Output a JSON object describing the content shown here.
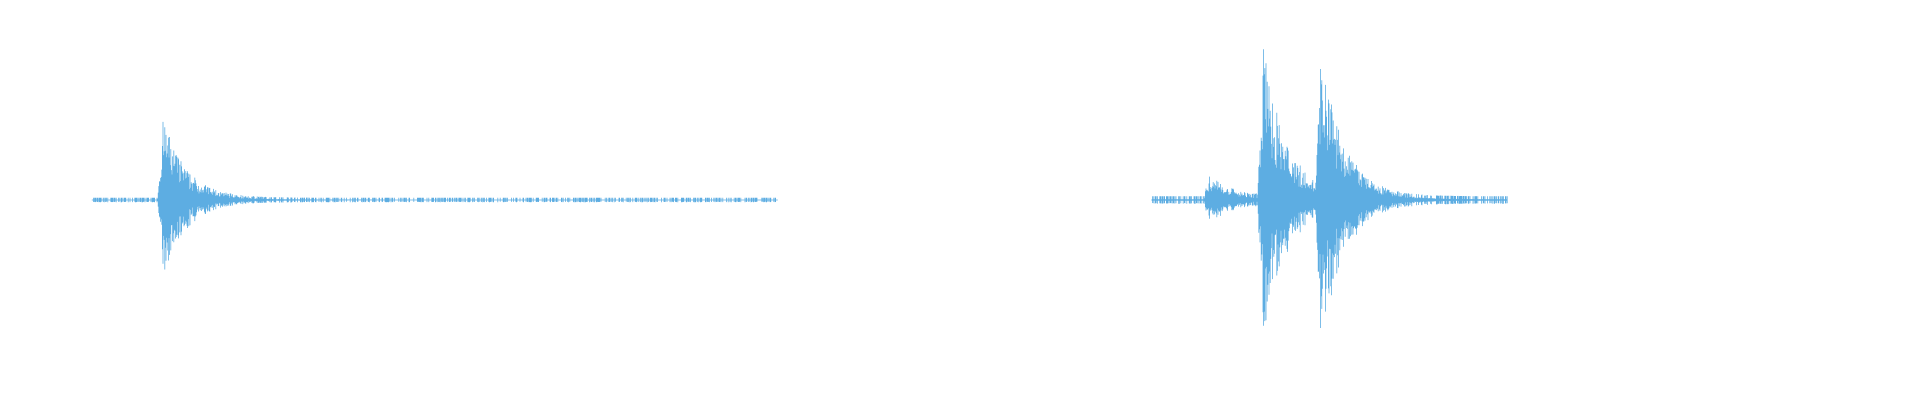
{
  "waveform": {
    "color": "#5DADE2",
    "segments": [
      {
        "t_start": 0.048,
        "t_end": 0.405,
        "burst_peaks": [
          {
            "t": 0.085,
            "amp": 0.44
          }
        ],
        "noise_level": 0.012
      },
      {
        "t_start": 0.6,
        "t_end": 0.785,
        "burst_peaks": [
          {
            "t": 0.63,
            "amp": 0.12
          },
          {
            "t": 0.658,
            "amp": 0.82
          },
          {
            "t": 0.688,
            "amp": 0.76
          }
        ],
        "noise_level": 0.02
      }
    ]
  }
}
